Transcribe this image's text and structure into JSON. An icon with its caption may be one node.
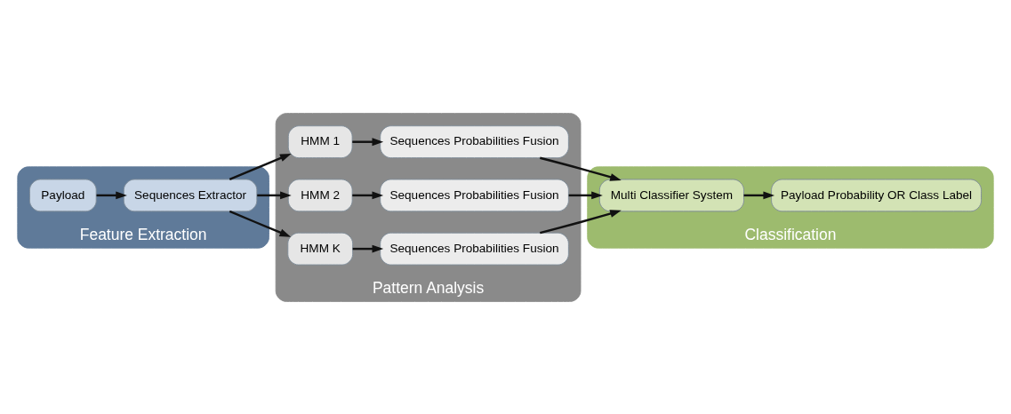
{
  "diagram": {
    "nodes": [
      {
        "text": [
          "Feature Extraction"
        ]
      },
      {
        "text": [
          "Payload"
        ],
        "in": 0
      },
      {
        "text": [
          "Sequences Extractor"
        ],
        "in": 0
      },
      {
        "text": [
          "Pattern Analysis"
        ]
      },
      {
        "text": [
          "HMM 1"
        ],
        "in": 3
      },
      {
        "text": [
          "Sequences Probabilities Fusion"
        ],
        "in": 3
      },
      {
        "text": [
          "HMM 2"
        ],
        "in": 3
      },
      {
        "text": [
          "Sequences Probabilities Fusion"
        ],
        "in": 3
      },
      {
        "text": [
          "HMM K"
        ],
        "in": 3
      },
      {
        "text": [
          "Sequences Probabilities Fusion"
        ],
        "in": 3
      },
      {
        "text": [
          "Classification"
        ]
      },
      {
        "text": [
          "Multi Classifier System"
        ],
        "in": 10
      },
      {
        "text": [
          "Payload Probability OR Class Label"
        ],
        "in": 10
      }
    ],
    "edges": [
      {
        "from": 1,
        "to": 2,
        "arrow": "to"
      },
      {
        "from": 2,
        "to": 4,
        "arrow": "to"
      },
      {
        "from": 2,
        "to": 6,
        "arrow": "to"
      },
      {
        "from": 2,
        "to": 8,
        "arrow": "to"
      },
      {
        "from": 4,
        "to": 5,
        "arrow": "to"
      },
      {
        "from": 6,
        "to": 7,
        "arrow": "to"
      },
      {
        "from": 8,
        "to": 9,
        "arrow": "to"
      },
      {
        "from": 5,
        "to": 11,
        "arrow": "to"
      },
      {
        "from": 7,
        "to": 11,
        "arrow": "to"
      },
      {
        "from": 9,
        "to": 11,
        "arrow": "to"
      },
      {
        "from": 11,
        "to": 12,
        "arrow": "to"
      }
    ]
  }
}
